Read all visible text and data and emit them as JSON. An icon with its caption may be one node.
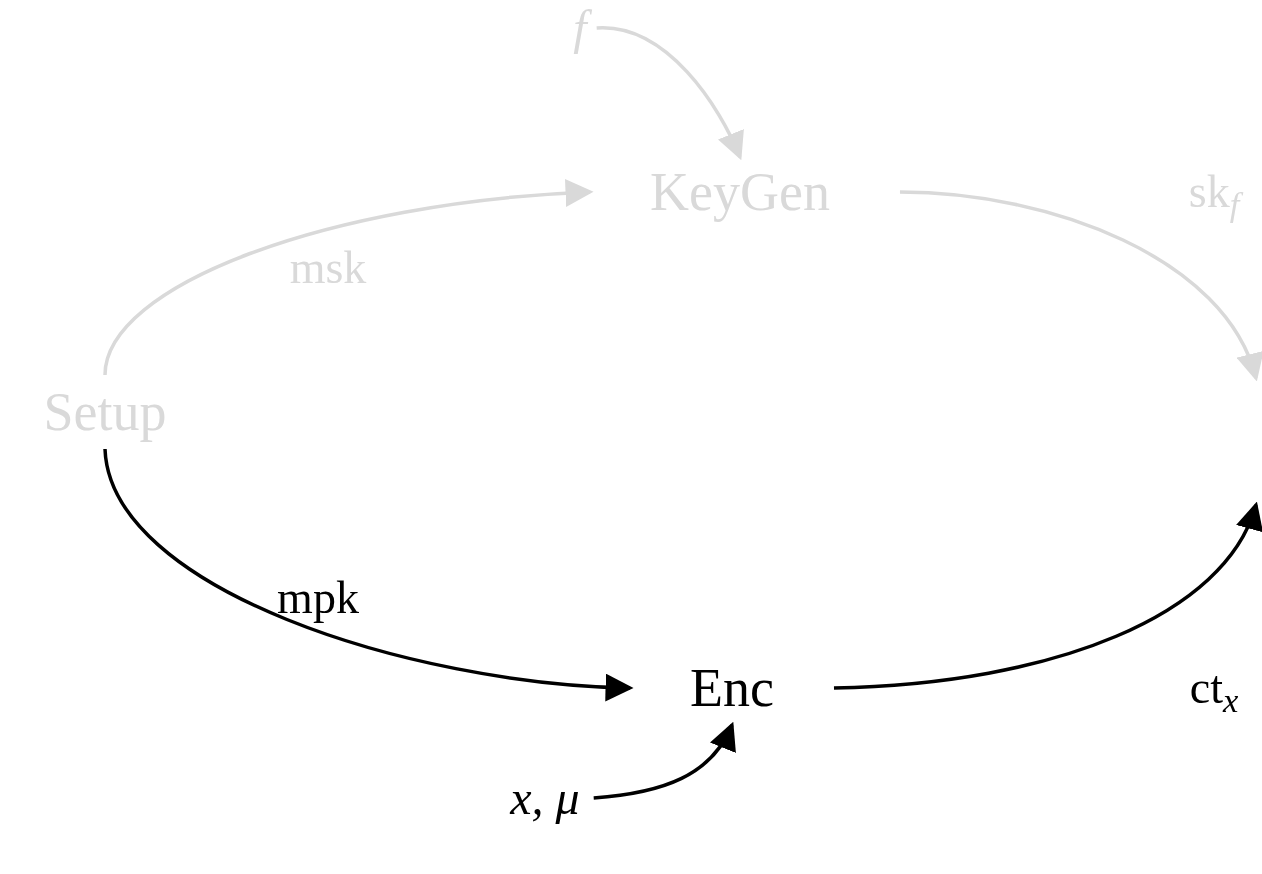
{
  "diagram": {
    "nodes": [
      {
        "text": [
          "f"
        ]
      },
      {
        "text": [
          "KeyGen"
        ]
      },
      {
        "text": [
          "Setup"
        ]
      },
      {
        "text": [
          "Enc"
        ]
      },
      {
        "text": [
          "x, μ"
        ]
      }
    ],
    "edges": [
      {
        "from": 0,
        "to": 1,
        "arrow": "to",
        "color": "#d9d9d9"
      },
      {
        "from": 2,
        "to": 1,
        "arrow": "to",
        "label": "msk",
        "color": "#d9d9d9"
      },
      {
        "from": 1,
        "to": null,
        "arrow": "to",
        "label": "sk$_{f}$",
        "color": "#d9d9d9"
      },
      {
        "from": 2,
        "to": 3,
        "arrow": "to",
        "label": "mpk",
        "color": "#000000"
      },
      {
        "from": 3,
        "to": null,
        "arrow": "to",
        "label": "ct$_{x}$",
        "color": "#000000"
      },
      {
        "from": 4,
        "to": 3,
        "arrow": "to",
        "color": "#000000"
      }
    ]
  }
}
